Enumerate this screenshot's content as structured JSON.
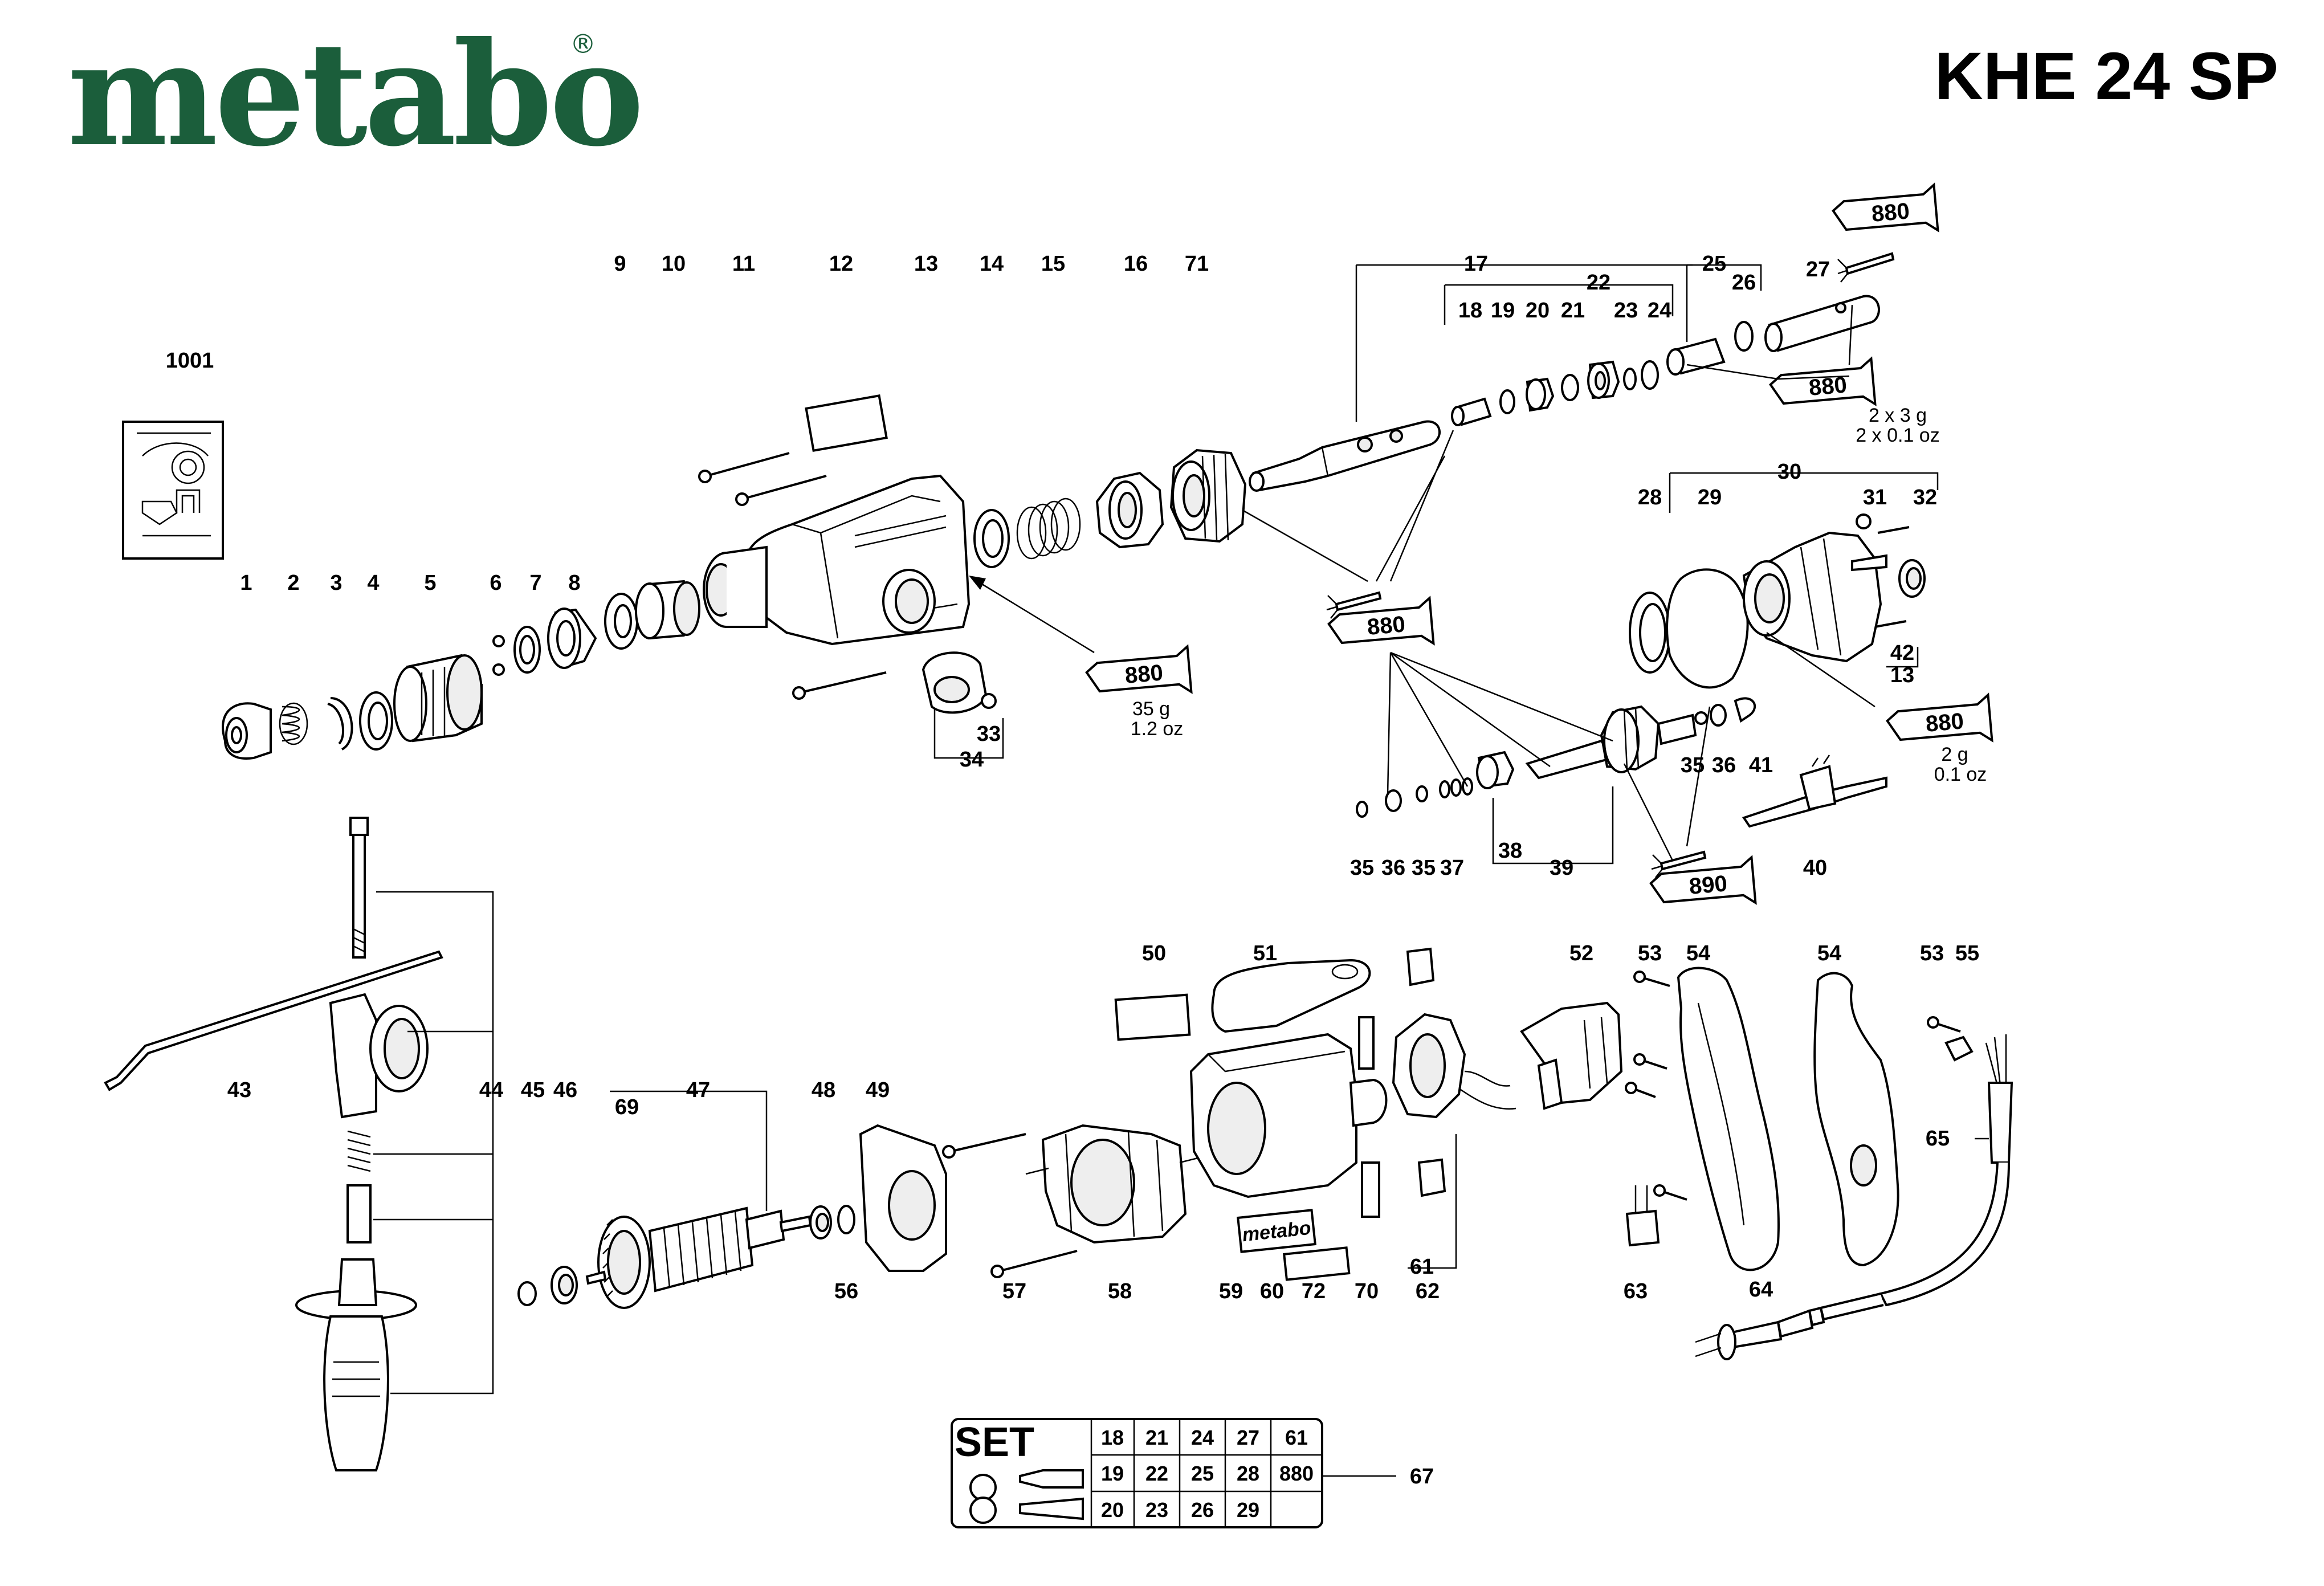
{
  "header": {
    "brand": "metabo",
    "registered": "®",
    "model": "KHE 24 SP",
    "brand_color": "#1b5e3b"
  },
  "labels": [
    {
      "id": "p1001",
      "text": "1001"
    },
    {
      "id": "p1",
      "text": "1"
    },
    {
      "id": "p2",
      "text": "2"
    },
    {
      "id": "p3",
      "text": "3"
    },
    {
      "id": "p4",
      "text": "4"
    },
    {
      "id": "p5",
      "text": "5"
    },
    {
      "id": "p6",
      "text": "6"
    },
    {
      "id": "p7",
      "text": "7"
    },
    {
      "id": "p8",
      "text": "8"
    },
    {
      "id": "p9",
      "text": "9"
    },
    {
      "id": "p10",
      "text": "10"
    },
    {
      "id": "p11",
      "text": "11"
    },
    {
      "id": "p12",
      "text": "12"
    },
    {
      "id": "p13",
      "text": "13"
    },
    {
      "id": "p14",
      "text": "14"
    },
    {
      "id": "p15",
      "text": "15"
    },
    {
      "id": "p16",
      "text": "16"
    },
    {
      "id": "p71",
      "text": "71"
    },
    {
      "id": "p17",
      "text": "17"
    },
    {
      "id": "p22",
      "text": "22"
    },
    {
      "id": "p25",
      "text": "25"
    },
    {
      "id": "p26",
      "text": "26"
    },
    {
      "id": "p27",
      "text": "27"
    },
    {
      "id": "p18",
      "text": "18"
    },
    {
      "id": "p19",
      "text": "19"
    },
    {
      "id": "p20",
      "text": "20"
    },
    {
      "id": "p21",
      "text": "21"
    },
    {
      "id": "p23",
      "text": "23"
    },
    {
      "id": "p24",
      "text": "24"
    },
    {
      "id": "p28",
      "text": "28"
    },
    {
      "id": "p29",
      "text": "29"
    },
    {
      "id": "p30",
      "text": "30"
    },
    {
      "id": "p31",
      "text": "31"
    },
    {
      "id": "p32",
      "text": "32"
    },
    {
      "id": "p42",
      "text": "42"
    },
    {
      "id": "p13b",
      "text": "13"
    },
    {
      "id": "p33",
      "text": "33"
    },
    {
      "id": "p34",
      "text": "34"
    },
    {
      "id": "p35a",
      "text": "35"
    },
    {
      "id": "p36a",
      "text": "36"
    },
    {
      "id": "p41",
      "text": "41"
    },
    {
      "id": "p35b",
      "text": "35"
    },
    {
      "id": "p36b",
      "text": "36"
    },
    {
      "id": "p35c",
      "text": "35"
    },
    {
      "id": "p37",
      "text": "37"
    },
    {
      "id": "p38",
      "text": "38"
    },
    {
      "id": "p39",
      "text": "39"
    },
    {
      "id": "p40",
      "text": "40"
    },
    {
      "id": "p43",
      "text": "43"
    },
    {
      "id": "p44",
      "text": "44"
    },
    {
      "id": "p45",
      "text": "45"
    },
    {
      "id": "p46",
      "text": "46"
    },
    {
      "id": "p47",
      "text": "47"
    },
    {
      "id": "p69",
      "text": "69"
    },
    {
      "id": "p48",
      "text": "48"
    },
    {
      "id": "p49",
      "text": "49"
    },
    {
      "id": "p56",
      "text": "56"
    },
    {
      "id": "p50",
      "text": "50"
    },
    {
      "id": "p51",
      "text": "51"
    },
    {
      "id": "p52",
      "text": "52"
    },
    {
      "id": "p53a",
      "text": "53"
    },
    {
      "id": "p54a",
      "text": "54"
    },
    {
      "id": "p54b",
      "text": "54"
    },
    {
      "id": "p53b",
      "text": "53"
    },
    {
      "id": "p55",
      "text": "55"
    },
    {
      "id": "p57",
      "text": "57"
    },
    {
      "id": "p58",
      "text": "58"
    },
    {
      "id": "p59",
      "text": "59"
    },
    {
      "id": "p60",
      "text": "60"
    },
    {
      "id": "p72",
      "text": "72"
    },
    {
      "id": "p70",
      "text": "70"
    },
    {
      "id": "p61",
      "text": "61"
    },
    {
      "id": "p62",
      "text": "62"
    },
    {
      "id": "p63",
      "text": "63"
    },
    {
      "id": "p64",
      "text": "64"
    },
    {
      "id": "p65",
      "text": "65"
    },
    {
      "id": "p67",
      "text": "67"
    }
  ],
  "grease_tubes": [
    {
      "id": "t1",
      "code": "880",
      "qty": []
    },
    {
      "id": "t2",
      "code": "880",
      "qty": [
        "2 x 3 g",
        "2 x 0.1 oz"
      ]
    },
    {
      "id": "t3",
      "code": "880",
      "qty": []
    },
    {
      "id": "t4",
      "code": "880",
      "qty": [
        "35 g",
        "1.2 oz"
      ]
    },
    {
      "id": "t5",
      "code": "880",
      "qty": [
        "2 g",
        "0.1 oz"
      ]
    },
    {
      "id": "t6",
      "code": "890",
      "qty": []
    }
  ],
  "brand_plate_text": "metabo",
  "set_table": {
    "logo": "SET",
    "rows": [
      [
        "18",
        "21",
        "24",
        "27",
        "61"
      ],
      [
        "19",
        "22",
        "25",
        "28",
        "880"
      ],
      [
        "20",
        "23",
        "26",
        "29",
        ""
      ]
    ],
    "ref": "67"
  }
}
